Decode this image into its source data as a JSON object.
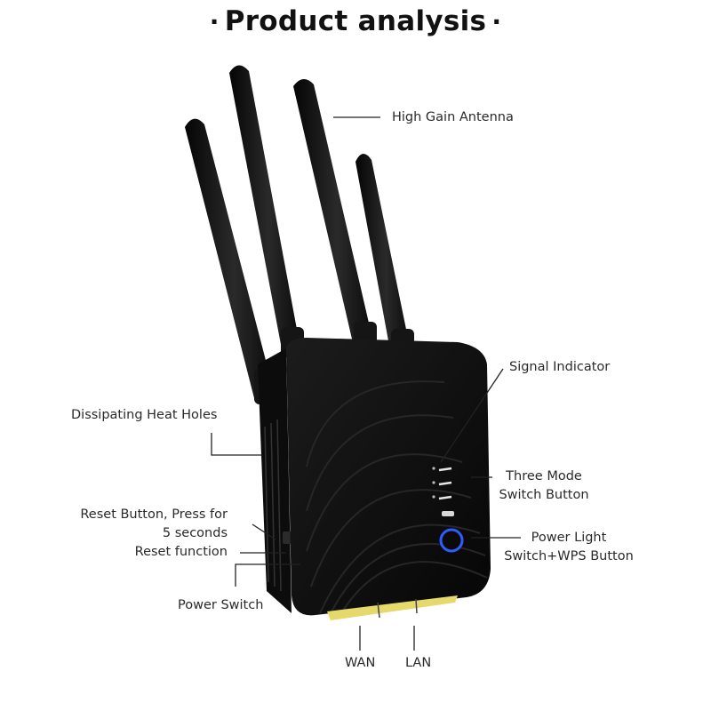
{
  "title": {
    "dot_left": "·",
    "text": "Product analysis",
    "dot_right": "·"
  },
  "callouts": {
    "antenna": "High Gain Antenna",
    "signal_indicator": "Signal Indicator",
    "heat_holes": "Dissipating Heat Holes",
    "mode_switch_line1": "Three Mode",
    "mode_switch_line2": "Switch Button",
    "reset_line1": "Reset Button, Press for",
    "reset_line2": "5 seconds",
    "reset_line3": "Reset function",
    "power_light_line1": "Power Light",
    "power_light_line2": "Switch+WPS Button",
    "power_switch": "Power Switch",
    "wan": "WAN",
    "lan": "LAN"
  },
  "colors": {
    "device_body": "#111111",
    "power_ring": "#2f5bff",
    "port_yellow": "#e4d96a"
  }
}
